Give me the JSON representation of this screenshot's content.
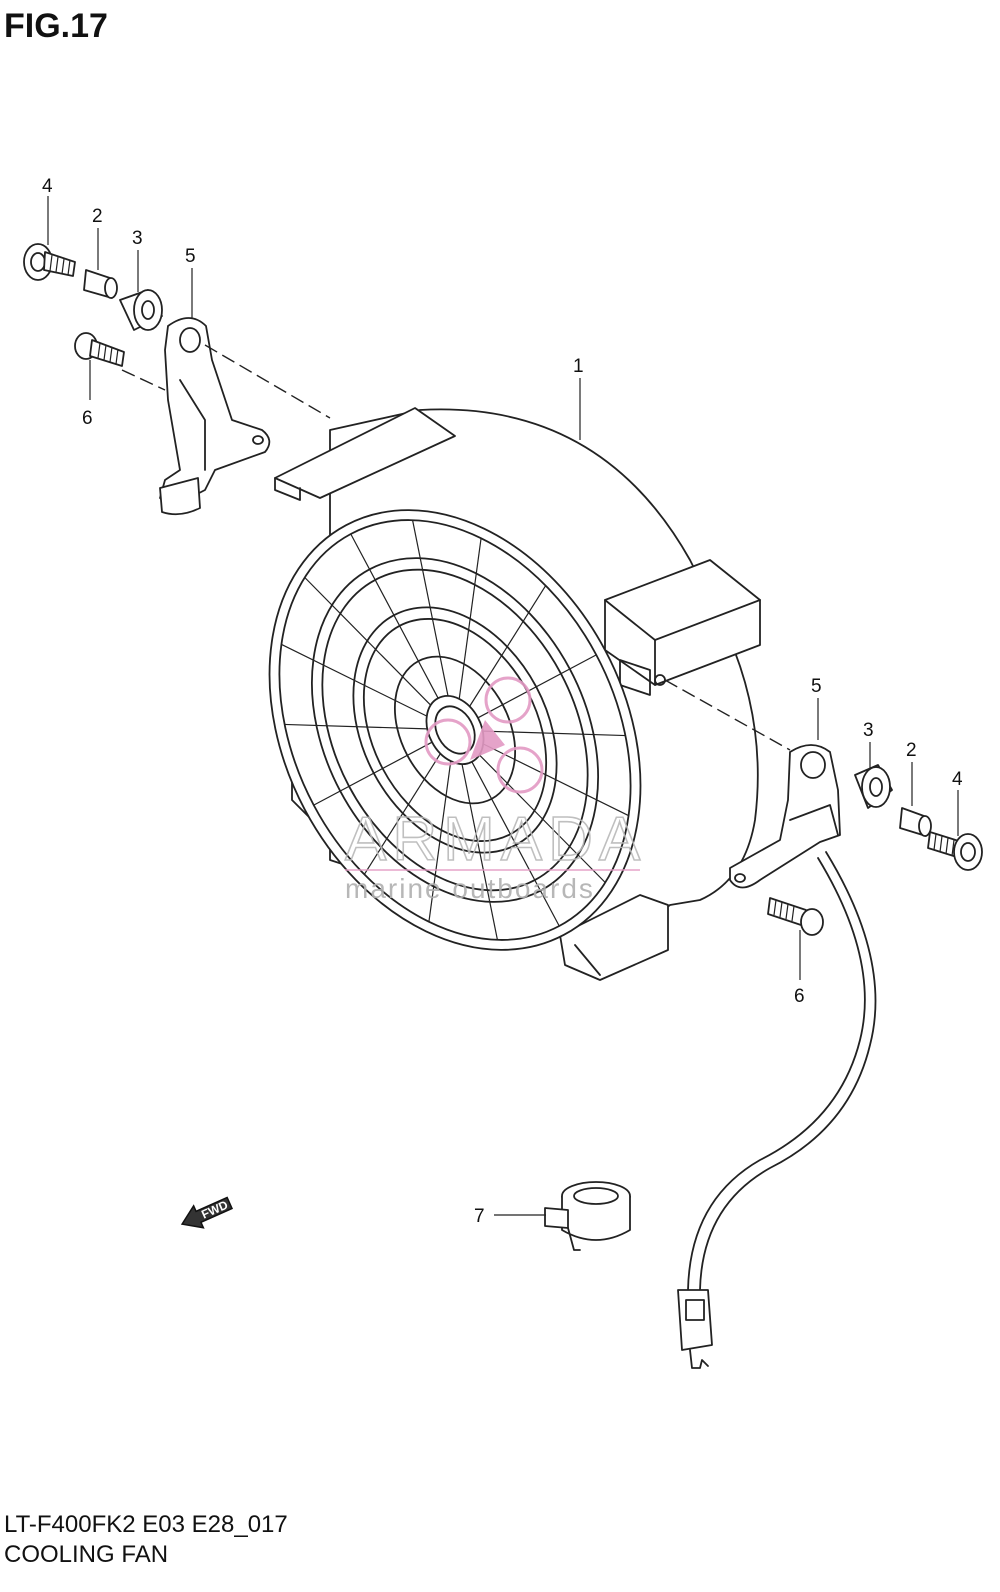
{
  "figure": {
    "title": "FIG.17",
    "model_code": "LT-F400FK2 E03 E28_017",
    "caption": "COOLING FAN"
  },
  "callouts": {
    "part_1": "1",
    "part_2_left": "2",
    "part_3_left": "3",
    "part_4_left": "4",
    "part_5_left": "5",
    "part_6_left": "6",
    "part_2_right": "2",
    "part_3_right": "3",
    "part_4_right": "4",
    "part_5_right": "5",
    "part_6_right": "6",
    "part_7": "7"
  },
  "direction_marker": {
    "label": "FWD"
  },
  "watermark": {
    "brand": "ARMADA",
    "tagline": "marine outboards",
    "logo_color": "#e39ac4"
  }
}
